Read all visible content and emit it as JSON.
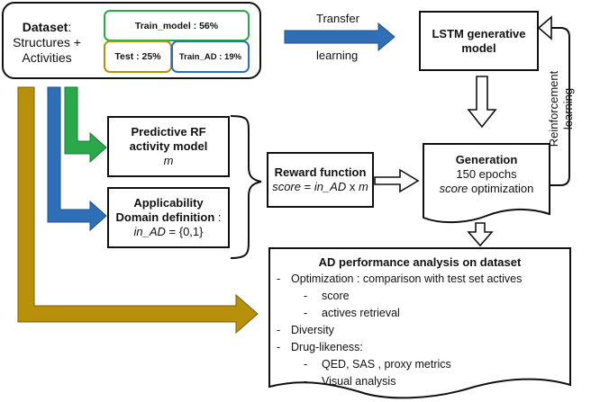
{
  "dataset": {
    "label_bold": "Dataset",
    "label_colon": ":",
    "label_rest_1": "Structures +",
    "label_rest_2": "Activities",
    "splits": {
      "train_model": "Train_model : 56%",
      "test": "Test : 25%",
      "train_ad": "Train_AD : 19%"
    }
  },
  "transfer": {
    "top": "Transfer",
    "bottom": "learning"
  },
  "lstm": {
    "line1": "LSTM generative",
    "line2": "model"
  },
  "reinforcement": {
    "line1": "Reinforcement",
    "line2": "learning"
  },
  "rf_model": {
    "line1": "Predictive RF",
    "line2": "activity model",
    "var": "m"
  },
  "applicability": {
    "line1": "Applicability",
    "line2_bold": "Domain definition",
    "line2_colon": " :",
    "var": "in_AD",
    "set": " = {0,1}"
  },
  "reward": {
    "title": "Reward function",
    "formula_a": "score",
    "formula_b": " = ",
    "formula_c": "in_AD",
    "formula_d": " x ",
    "formula_e": "m"
  },
  "generation": {
    "title": "Generation",
    "epochs": "150 epochs",
    "opt_italic": "score",
    "opt_rest": " optimization"
  },
  "analysis": {
    "title": "AD performance analysis on dataset",
    "items": [
      {
        "text": "Optimization : comparison with test set actives",
        "sub": false
      },
      {
        "text": "score",
        "sub": true
      },
      {
        "text": "actives retrieval",
        "sub": true
      },
      {
        "text": "Diversity",
        "sub": false
      },
      {
        "text": "Drug-likeness:",
        "sub": false
      },
      {
        "text": "QED, SAS , proxy metrics",
        "sub": true
      },
      {
        "text": "Visual analysis",
        "sub": true
      }
    ]
  },
  "colors": {
    "green": "#2aa84a",
    "gold": "#b8900c",
    "blue": "#2f6fb8",
    "ink": "#111111"
  }
}
